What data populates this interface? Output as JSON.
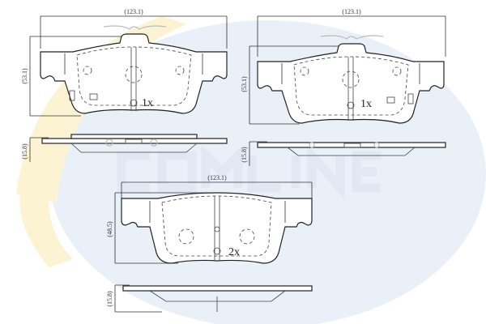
{
  "watermark": {
    "brand": "COMLINE",
    "colors": {
      "blue": "#eaf0f8",
      "yellow": "#fbf3d2"
    }
  },
  "pads": [
    {
      "id": "pad-1",
      "width_label": "(123.1)",
      "height_label": "(53.1)",
      "thickness_label": "(15.8)",
      "quantity": "1x"
    },
    {
      "id": "pad-2",
      "width_label": "(123.1)",
      "height_label": "(53.1)",
      "thickness_label": "(15.8)",
      "quantity": "1x"
    },
    {
      "id": "pad-3",
      "width_label": "(123.1)",
      "height_label": "(48.5)",
      "thickness_label": "(15.8)",
      "quantity": "2x"
    }
  ]
}
